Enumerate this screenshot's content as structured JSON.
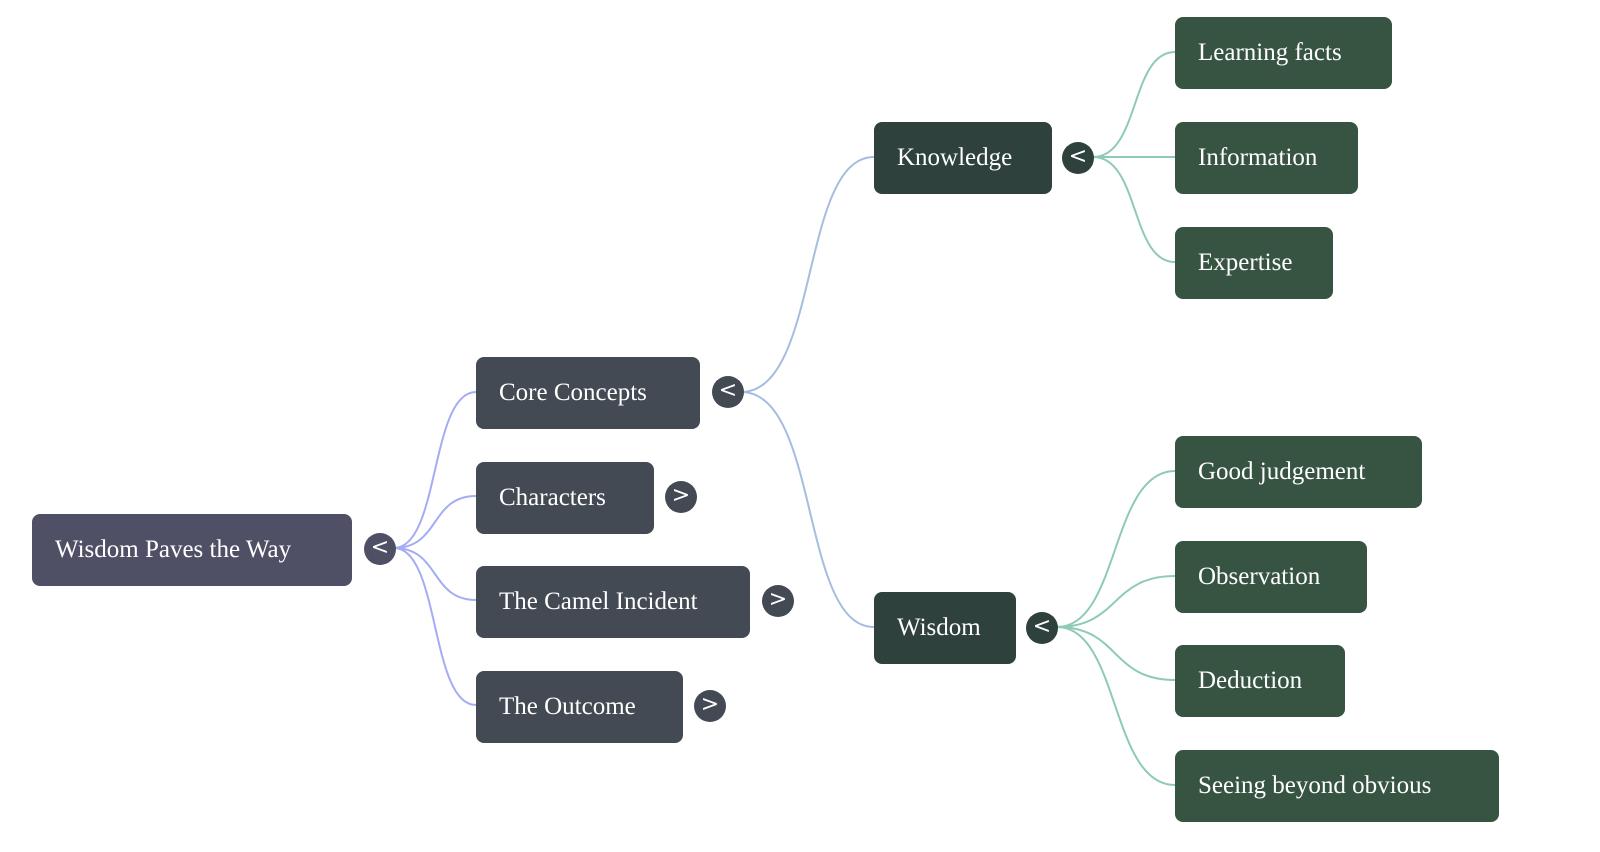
{
  "colors": {
    "root_node": "#4f5066",
    "level1_node": "#434a53",
    "level2_node": "#2f413d",
    "level3_node": "#375443",
    "link_root": "#a4acf4",
    "link_core": "#a7bde0",
    "link_leaf": "#8ecab8"
  },
  "root": {
    "label": "Wisdom Paves the Way",
    "toggle": "<"
  },
  "branches": [
    {
      "label": "Core Concepts",
      "toggle": "<"
    },
    {
      "label": "Characters",
      "toggle": ">"
    },
    {
      "label": "The Camel Incident",
      "toggle": ">"
    },
    {
      "label": "The Outcome",
      "toggle": ">"
    }
  ],
  "core_concepts": [
    {
      "label": "Knowledge",
      "toggle": "<",
      "children": [
        "Learning facts",
        "Information",
        "Expertise"
      ]
    },
    {
      "label": "Wisdom",
      "toggle": "<",
      "children": [
        "Good judgement",
        "Observation",
        "Deduction",
        "Seeing beyond obvious"
      ]
    }
  ]
}
